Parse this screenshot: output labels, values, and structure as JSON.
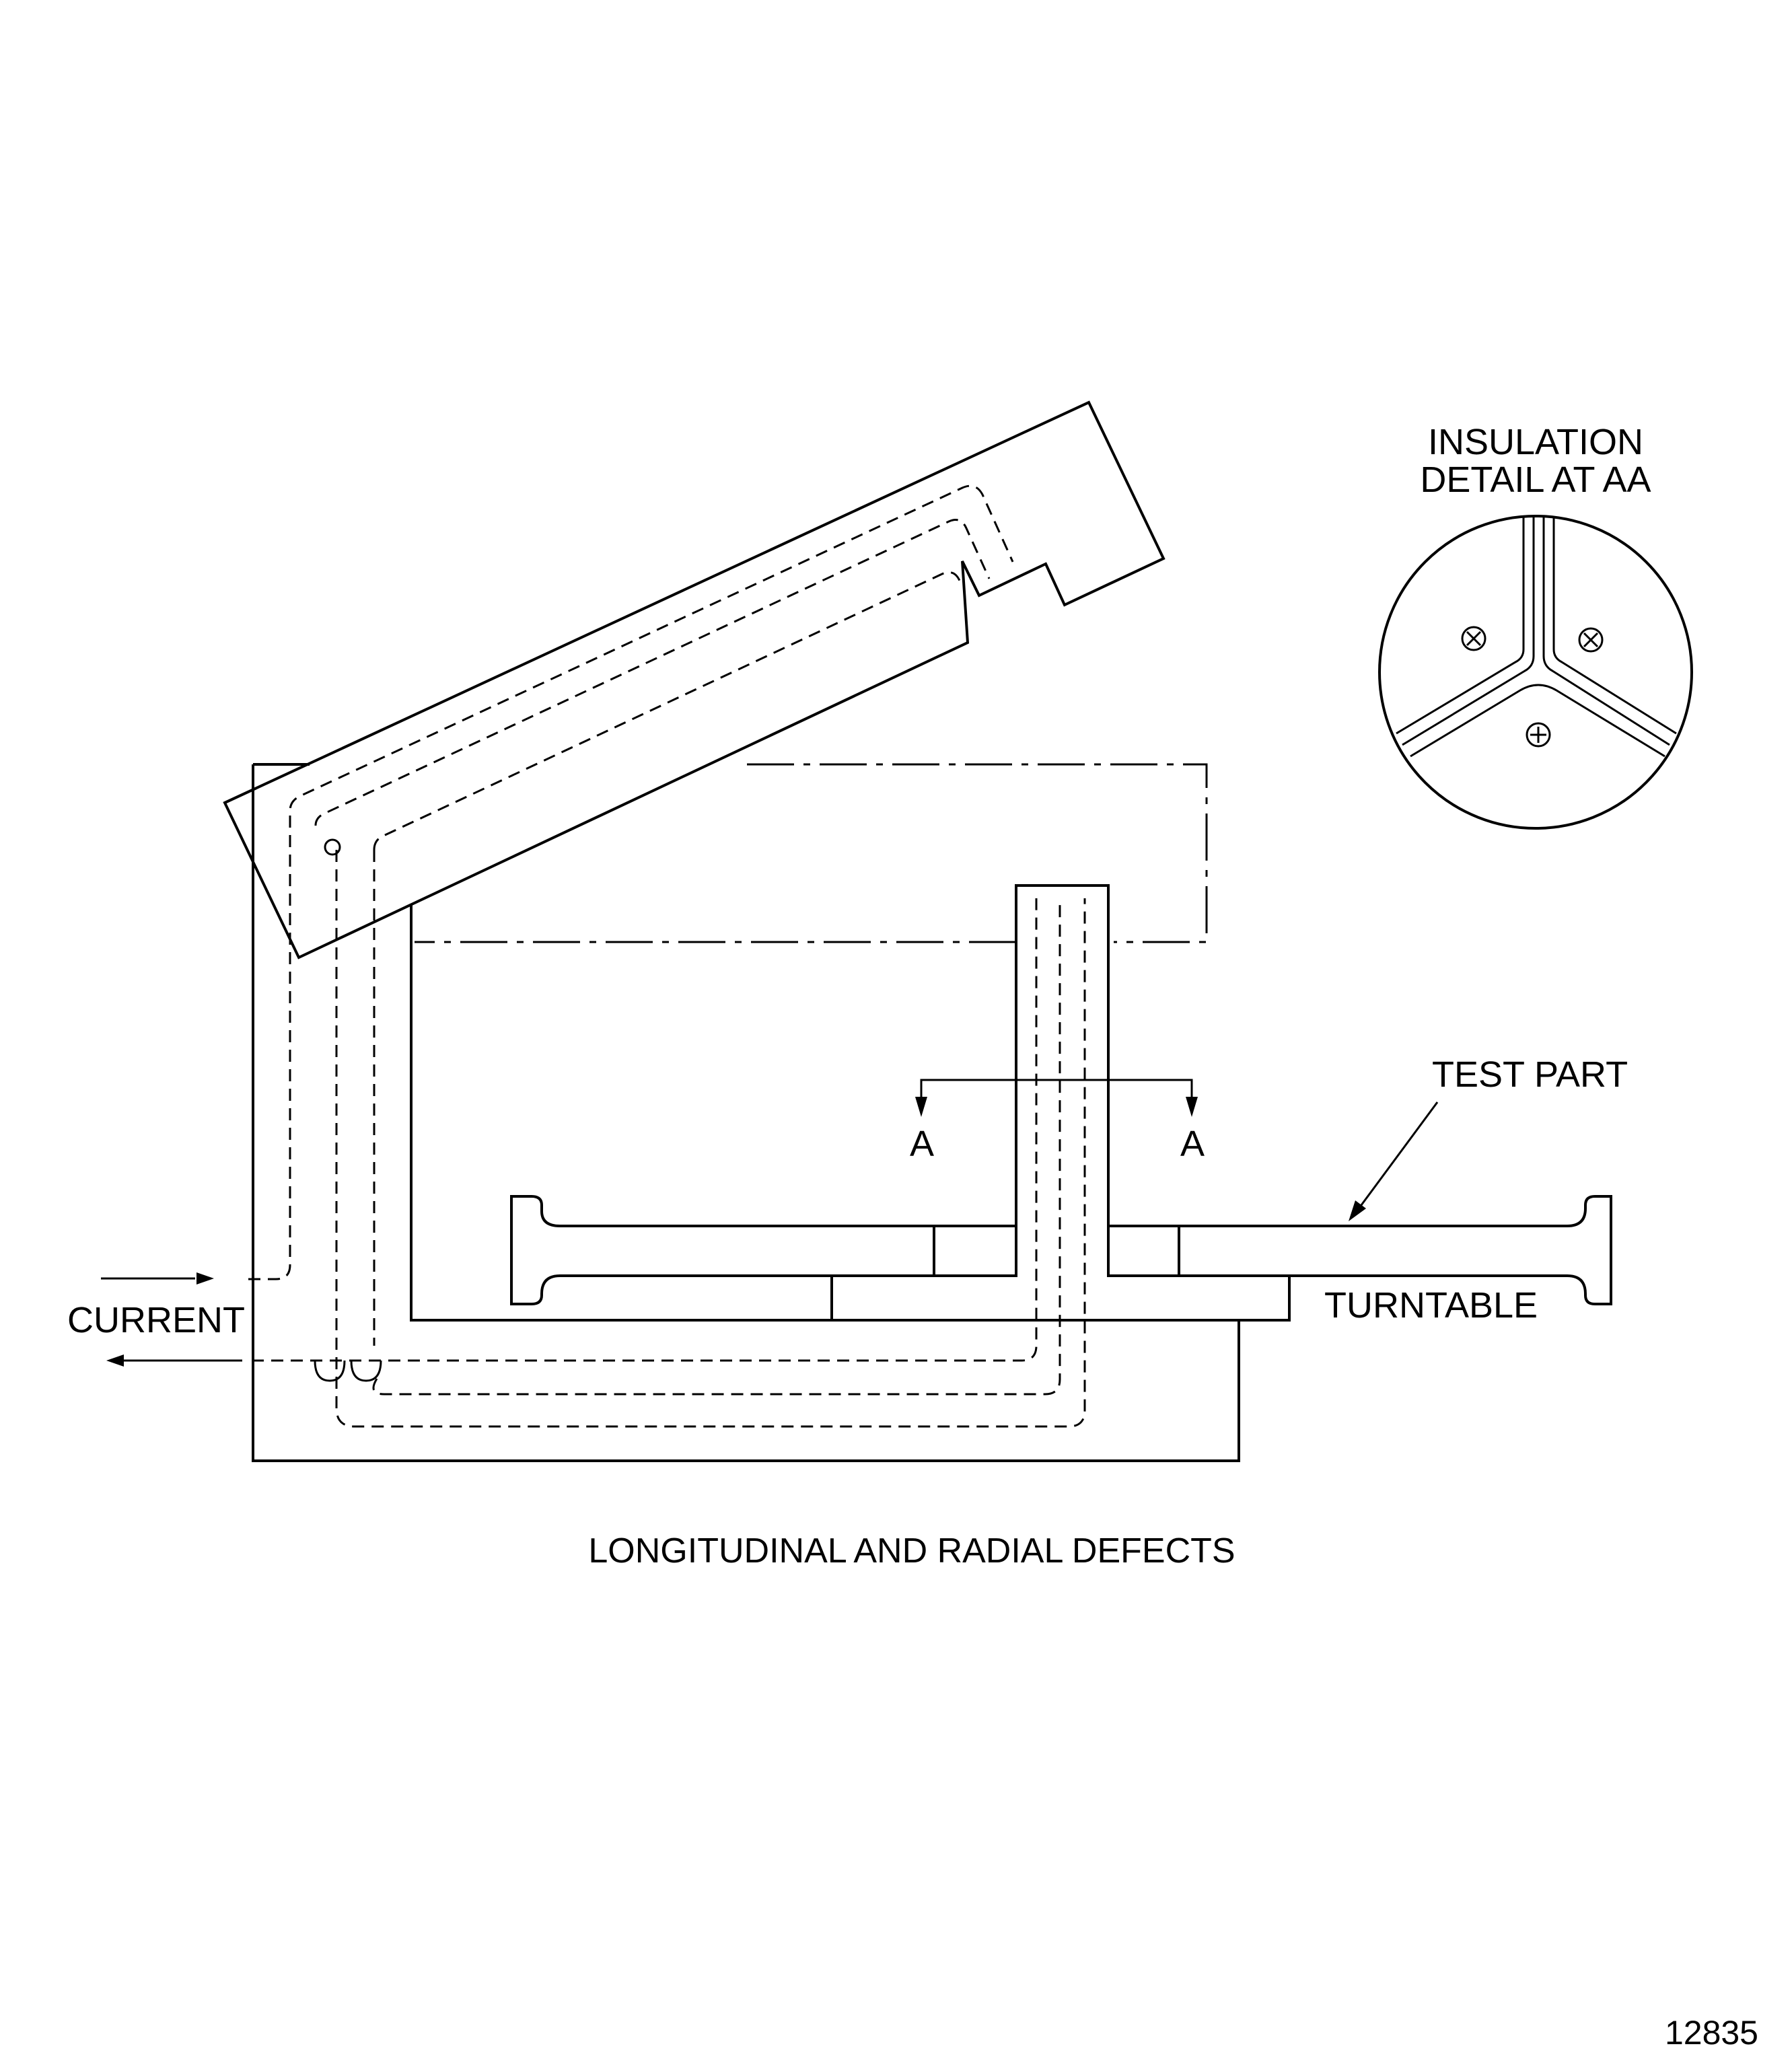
{
  "labels": {
    "insulation_line1": "INSULATION",
    "insulation_line2": "DETAIL AT AA",
    "test_part": "TEST PART",
    "section_left": "A",
    "section_right": "A",
    "current": "CURRENT",
    "turntable": "TURNTABLE",
    "caption": "LONGITUDINAL AND RADIAL DEFECTS",
    "figure_number": "12835"
  }
}
